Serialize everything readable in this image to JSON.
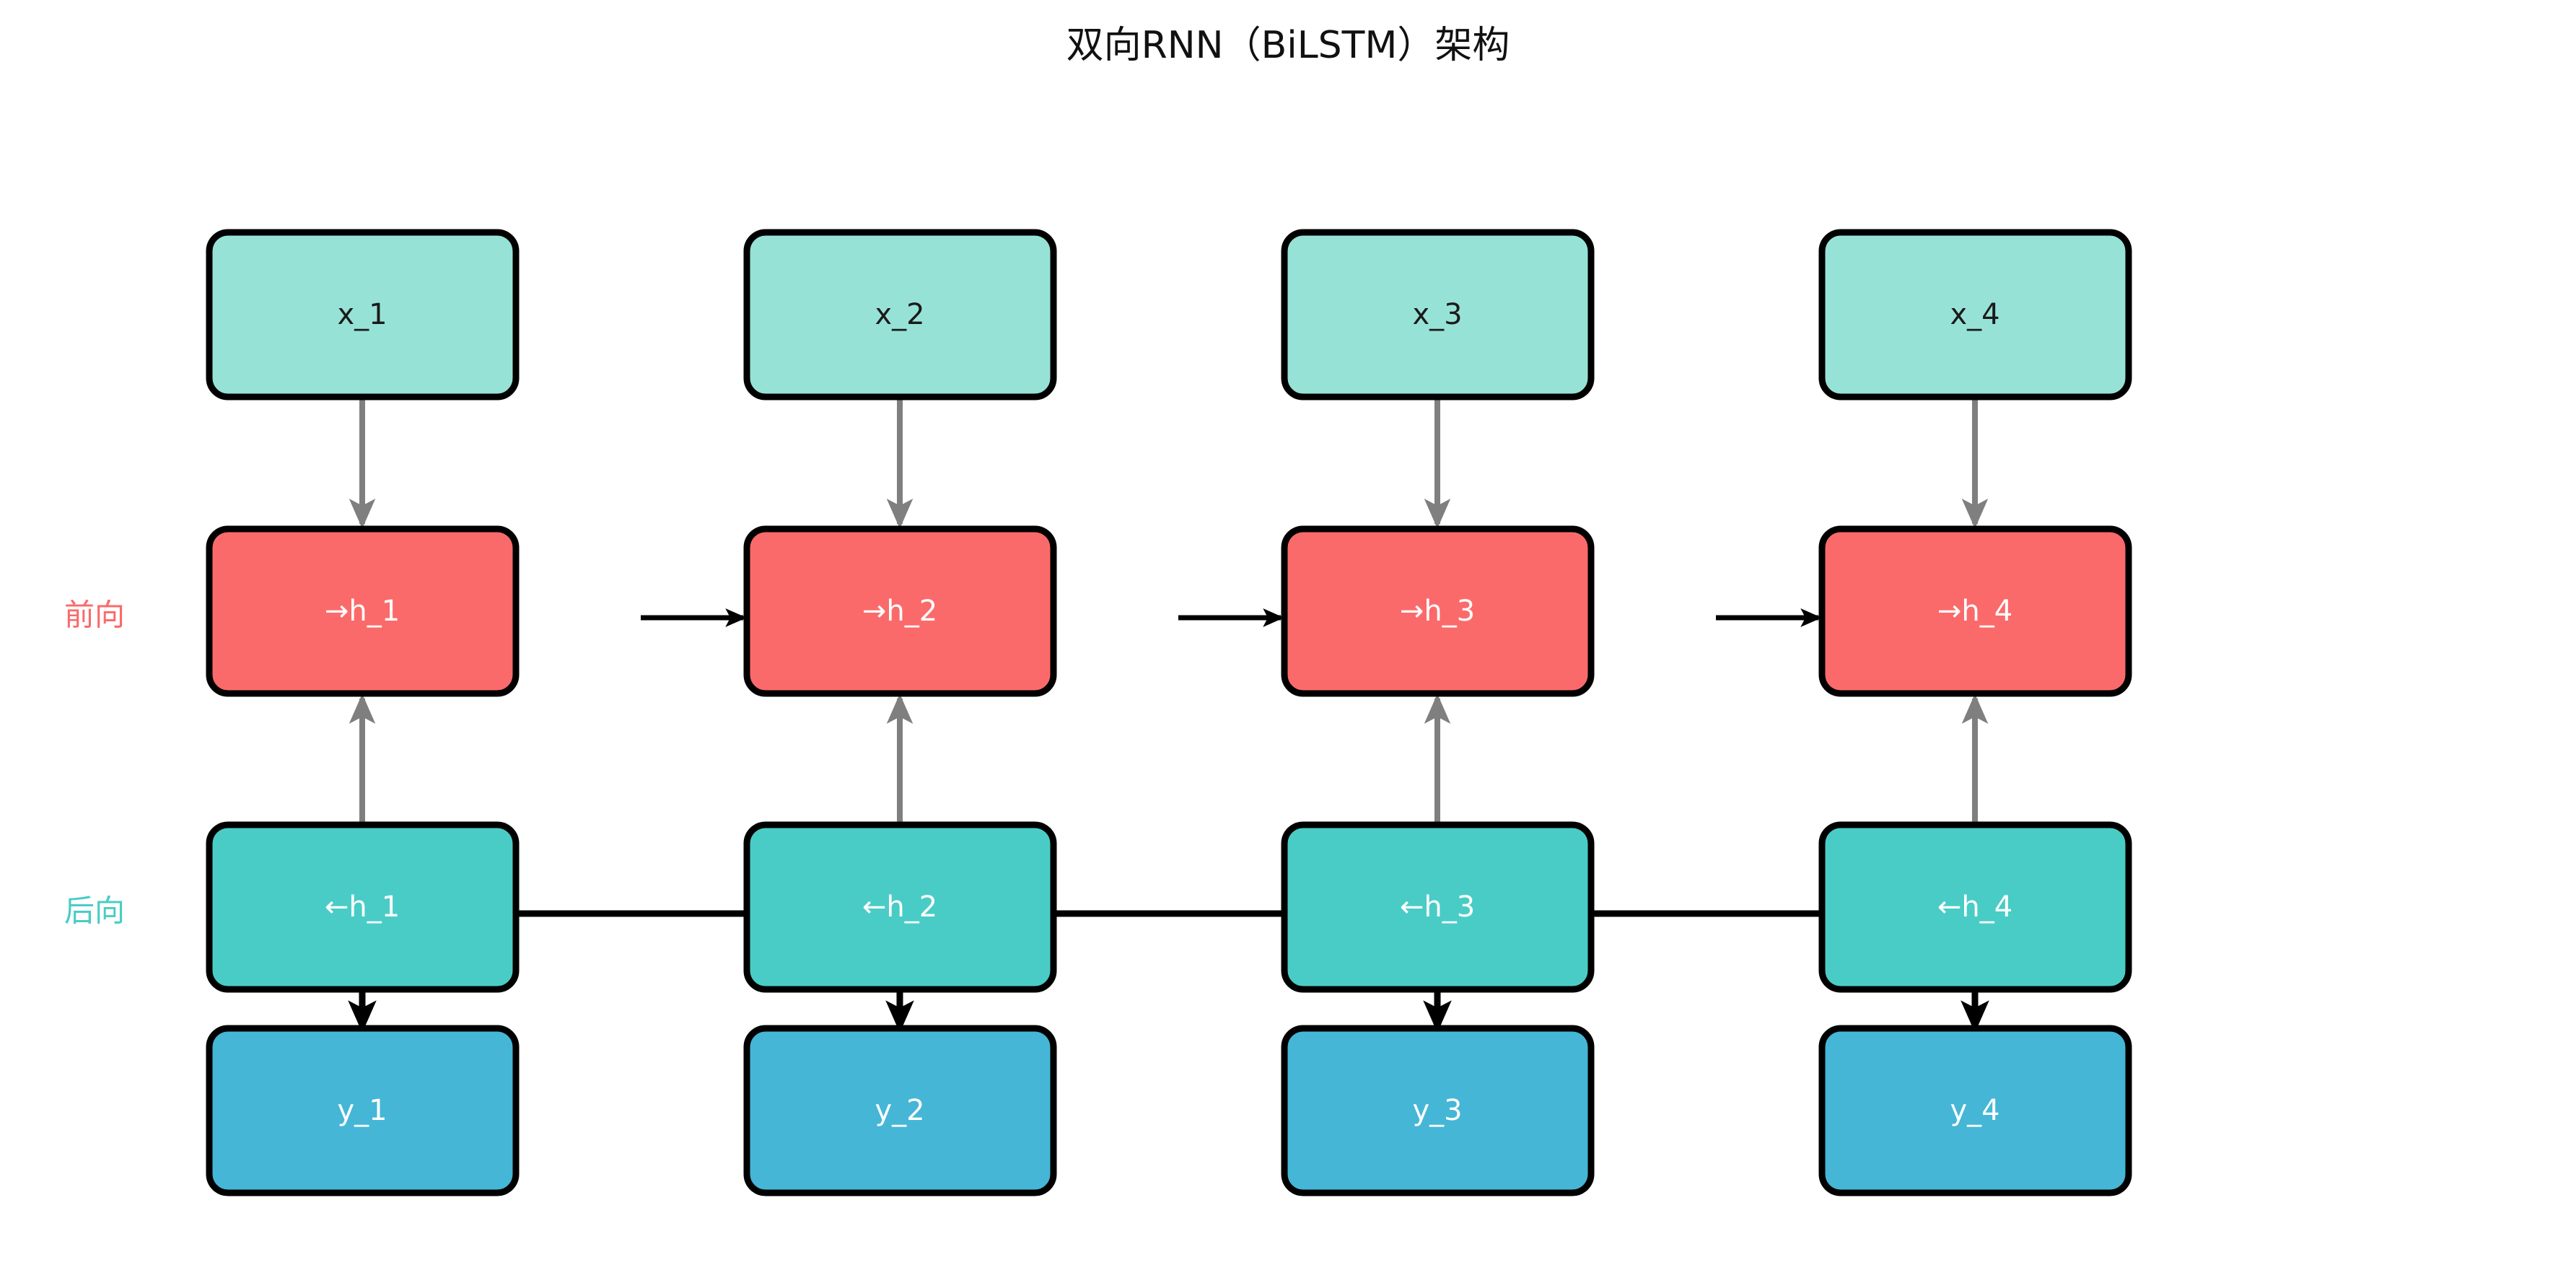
{
  "title": "双向RNN（BiLSTM）架构",
  "row_labels": {
    "forward": "前向",
    "backward": "后向"
  },
  "colors": {
    "input_fill": "#97E2D6",
    "forward_fill": "#FB6A6A",
    "backward_fill": "#4ACCC6",
    "output_fill": "#45B6D6",
    "node_stroke": "#000000",
    "vertical_edge": "#7f7f7f",
    "recurrent_edge": "#000000",
    "background": "#ffffff",
    "title_text": "#111111",
    "dark_text": "#1a1a1a",
    "light_text": "#ffffff"
  },
  "timesteps": 4,
  "rows": {
    "input": {
      "name": "input",
      "nodes": [
        {
          "label": "x_1"
        },
        {
          "label": "x_2"
        },
        {
          "label": "x_3"
        },
        {
          "label": "x_4"
        }
      ]
    },
    "forward": {
      "name": "forward-hidden",
      "nodes": [
        {
          "label": "→h_1"
        },
        {
          "label": "→h_2"
        },
        {
          "label": "→h_3"
        },
        {
          "label": "→h_4"
        }
      ]
    },
    "backward": {
      "name": "backward-hidden",
      "nodes": [
        {
          "label": "←h_1"
        },
        {
          "label": "←h_2"
        },
        {
          "label": "←h_3"
        },
        {
          "label": "←h_4"
        }
      ]
    },
    "output": {
      "name": "output",
      "nodes": [
        {
          "label": "y_1"
        },
        {
          "label": "y_2"
        },
        {
          "label": "y_3"
        },
        {
          "label": "y_4"
        }
      ]
    }
  }
}
